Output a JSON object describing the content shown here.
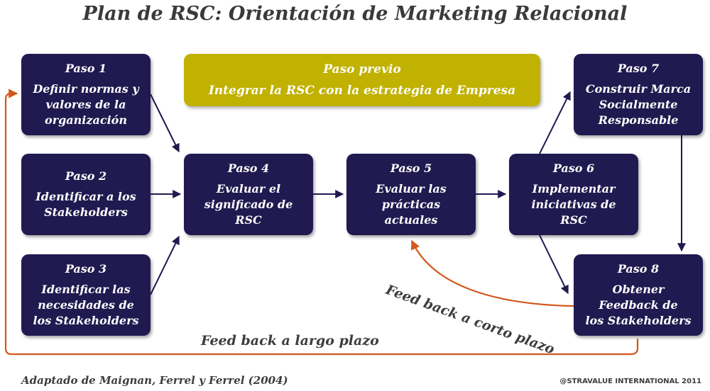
{
  "title": "Plan de RSC: Orientación de Marketing Relacional",
  "previous_step": {
    "label": "Paso previo",
    "text": "Integrar la RSC con la estrategia de Empresa"
  },
  "steps": [
    {
      "label": "Paso 1",
      "text": "Definir normas y\nvalores de la\norganización"
    },
    {
      "label": "Paso 2",
      "text": "Identificar a los\nStakeholders"
    },
    {
      "label": "Paso 3",
      "text": "Identificar las\nnecesidades de\nlos Stakeholders"
    },
    {
      "label": "Paso 4",
      "text": "Evaluar el\nsignificado de\nRSC"
    },
    {
      "label": "Paso 5",
      "text": "Evaluar las\nprácticas\nactuales"
    },
    {
      "label": "Paso 6",
      "text": "Implementar\niniciativas de\nRSC"
    },
    {
      "label": "Paso 7",
      "text": "Construir Marca\nSocialmente\nResponsable"
    },
    {
      "label": "Paso 8",
      "text": "Obtener\nFeedback de\nlos Stakeholders"
    }
  ],
  "feedback": {
    "long_term": "Feed back a largo plazo",
    "short_term": "Feed back a corto plazo"
  },
  "source": "Adaptado de Maignan, Ferrel y Ferrel (2004)",
  "copyright": "@STRAVALUE INTERNATIONAL 2011",
  "colors": {
    "step_box": "#201a50",
    "previous_box": "#c1b101",
    "feedback_arrow": "#d2581c",
    "flow_arrow": "#201a50"
  }
}
